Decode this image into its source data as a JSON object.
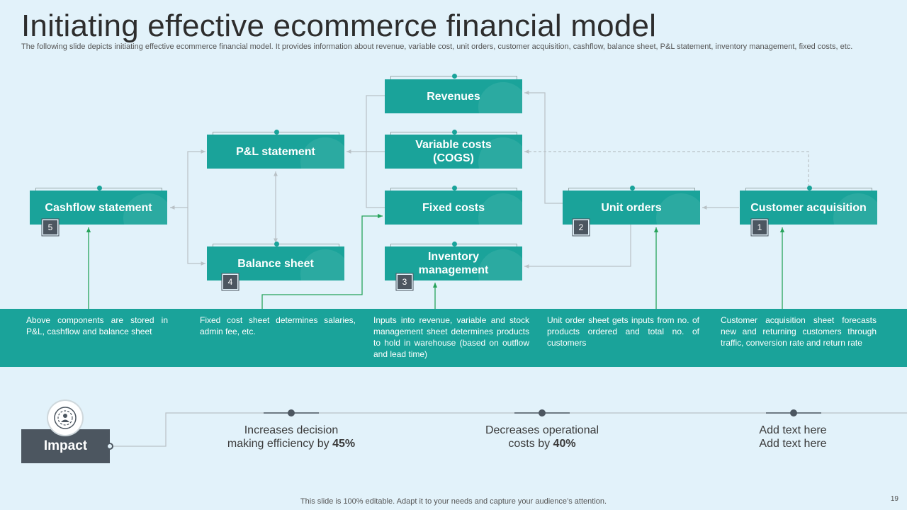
{
  "title": "Initiating effective ecommerce financial model",
  "subtitle": "The following slide depicts initiating effective ecommerce financial model. It provides information about revenue, variable cost, unit orders, customer acquisition, cashflow, balance sheet, P&L statement, inventory management, fixed costs, etc.",
  "boxes": {
    "revenues": "Revenues",
    "variable_costs": "Variable costs (COGS)",
    "fixed_costs": "Fixed costs",
    "inventory": "Inventory management",
    "pl_statement": "P&L statement",
    "balance_sheet": "Balance sheet",
    "cashflow": "Cashflow statement",
    "unit_orders": "Unit orders",
    "customer_acquisition": "Customer acquisition"
  },
  "badges": {
    "b1": "1",
    "b2": "2",
    "b3": "3",
    "b4": "4",
    "b5": "5"
  },
  "descriptions": {
    "d1": "Above components are stored in P&L, cashflow and balance sheet",
    "d2": "Fixed cost sheet determines salaries, admin fee, etc.",
    "d3": "Inputs into revenue, variable and stock management sheet determines products to hold in warehouse (based on outflow and lead time)",
    "d4": "Unit order sheet gets inputs from no. of products ordered and total no. of customers",
    "d5": "Customer acquisition sheet forecasts new and returning customers through traffic, conversion rate and return rate"
  },
  "impact": {
    "label": "Impact",
    "icon": "person-target-icon",
    "items": [
      {
        "line1": "Increases decision",
        "line2_pre": "making efficiency by ",
        "value": "45%"
      },
      {
        "line1": "Decreases operational",
        "line2_pre": "costs by ",
        "value": "40%"
      },
      {
        "line1": "Add text here",
        "line2_pre": "Add text here",
        "value": ""
      }
    ]
  },
  "footer": "This slide is 100% editable. Adapt it to your needs and capture your audience’s attention.",
  "page_number": "19",
  "colors": {
    "teal": "#1aa39a",
    "slate": "#4c5660",
    "background": "#e2f2fa",
    "green_arrow": "#27a35a"
  }
}
